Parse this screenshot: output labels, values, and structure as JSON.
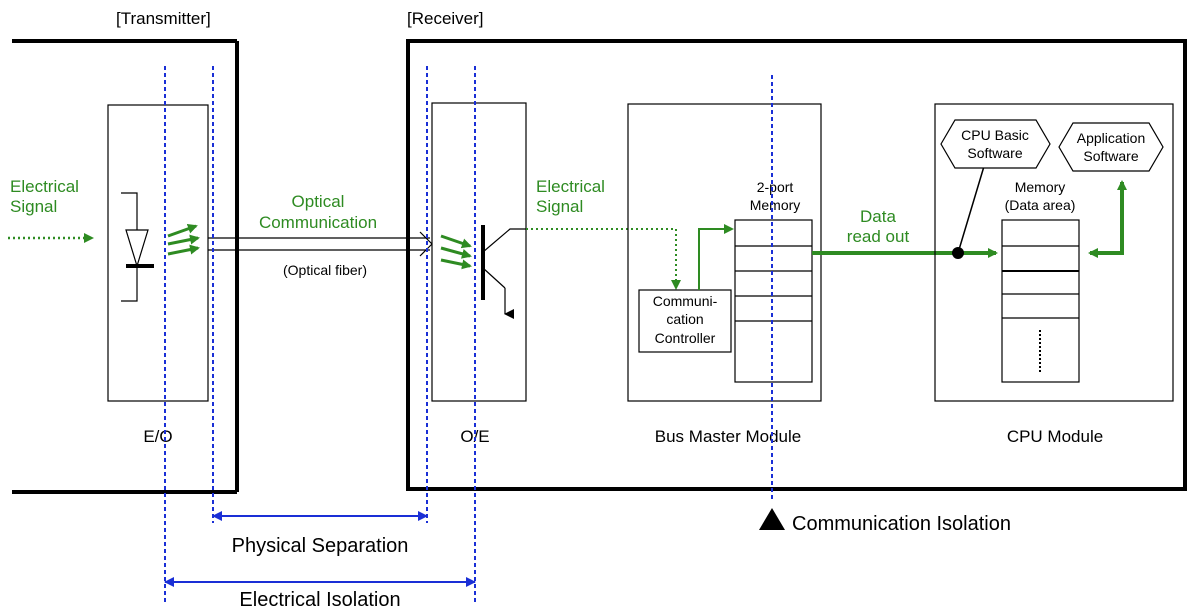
{
  "labels": {
    "transmitter": "[Transmitter]",
    "receiver": "[Receiver]",
    "eo": "E/O",
    "oe": "O/E",
    "bus_master": "Bus Master Module",
    "cpu_module": "CPU Module",
    "elec_signal_in_1": "Electrical",
    "elec_signal_in_2": "Signal",
    "optical_comm_1": "Optical",
    "optical_comm_2": "Communication",
    "optical_fiber": "(Optical fiber)",
    "elec_signal_rx_1": "Electrical",
    "elec_signal_rx_2": "Signal",
    "two_port_1": "2-port",
    "two_port_2": "Memory",
    "comm_ctrl_1": "Communi-",
    "comm_ctrl_2": "cation",
    "comm_ctrl_3": "Controller",
    "data_read_1": "Data",
    "data_read_2": "read out",
    "memory_1": "Memory",
    "memory_2": "(Data area)",
    "cpu_basic_1": "CPU Basic",
    "cpu_basic_2": "Software",
    "app_sw_1": "Application",
    "app_sw_2": "Software",
    "physical_separation": "Physical Separation",
    "electrical_isolation": "Electrical Isolation",
    "communication_isolation": "Communication Isolation"
  },
  "colors": {
    "signal_green": "#2e8b22",
    "isolation_blue": "#1a2fd6",
    "line_black": "#000000"
  }
}
